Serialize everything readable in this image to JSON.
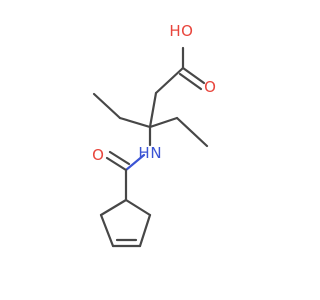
{
  "molecule": {
    "atoms": {
      "hydroxyl_oxygen": {
        "text": "O",
        "color": "#e8453c"
      },
      "hydroxyl_hydrogen": {
        "text": "H",
        "color": "#e8453c"
      },
      "acid_carbonyl_oxygen": {
        "text": "O",
        "color": "#e8453c"
      },
      "amide_carbonyl_oxygen": {
        "text": "O",
        "color": "#e8453c"
      },
      "amide_nitrogen": {
        "text": "N",
        "color": "#3b54d4"
      },
      "amide_hydrogen": {
        "text": "H",
        "color": "#3b54d4"
      }
    },
    "bond_color": "#474747"
  }
}
